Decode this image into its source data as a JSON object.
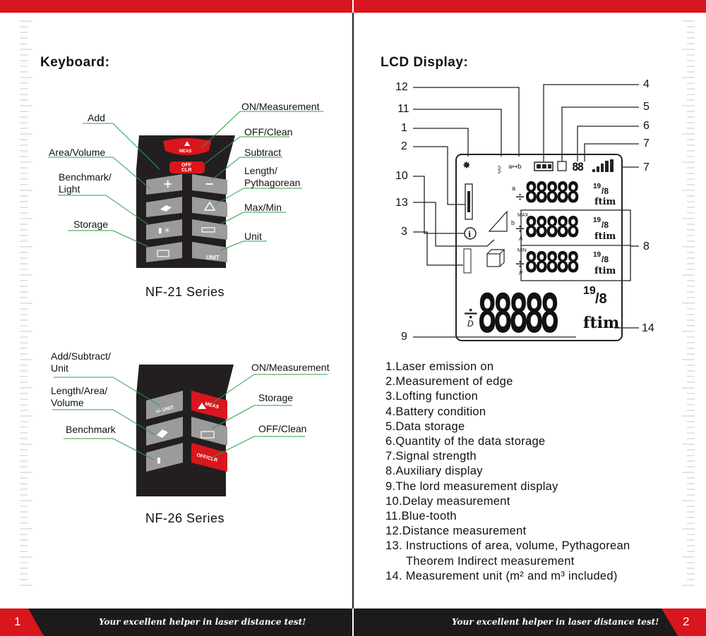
{
  "left_page": {
    "heading": "Keyboard:",
    "nf21": {
      "labels": {
        "add": "Add",
        "area_volume": "Area/Volume",
        "benchmark_light": "Benchmark/\nLight",
        "storage": "Storage",
        "on_measurement": "ON/Measurement",
        "off_clean": "OFF/Clean",
        "subtract": "Subtract",
        "length_pythagorean": "Length/\nPythagorean",
        "max_min": "Max/Min",
        "unit": "Unit"
      },
      "keys": {
        "meas": "MEAS",
        "off": "OFF",
        "clr": "CLR",
        "unit": "UNIT"
      },
      "series": "NF-21 Series"
    },
    "nf26": {
      "labels": {
        "add_subtract_unit": "Add/Subtract/\nUnit",
        "length_area_volume": "Length/Area/\nVolume",
        "benchmark": "Benchmark",
        "on_measurement": "ON/Measurement",
        "storage": "Storage",
        "off_clean": "OFF/Clean"
      },
      "keys": {
        "plus_minus_unit": "+/- UNIT",
        "meas": "MEAS",
        "off_clr": "OFF/CLR"
      },
      "series": "NF-26 Series"
    },
    "page_number": "1",
    "tagline": "Your excellent helper in laser distance test!"
  },
  "right_page": {
    "heading": "LCD Display:",
    "callout_numbers": {
      "n12": "12",
      "n11": "11",
      "n1": "1",
      "n2": "2",
      "n10": "10",
      "n13": "13",
      "n3": "3",
      "n9": "9",
      "n4": "4",
      "n5": "5",
      "n6": "6",
      "n7a": "7",
      "n7b": "7",
      "n8": "8",
      "n14": "14"
    },
    "lcd": {
      "digits_small": "88888",
      "digits_big": "88888",
      "unit_ftm": "ftim",
      "fraction": "/8",
      "frac_top": "19",
      "row_a": "a",
      "row_b": "b",
      "row_max": "MAX",
      "row_A": "A",
      "row_min": "MIN",
      "row_P": "P",
      "row_D": "D",
      "storage_count": "88"
    },
    "legend": [
      "1.Laser emission on",
      "2.Measurement of edge",
      "3.Lofting function",
      "4.Battery condition",
      "5.Data storage",
      "6.Quantity of the data storage",
      "7.Signal strength",
      "8.Auxiliary display",
      "9.The lord measurement display",
      "10.Delay measurement",
      "11.Blue-tooth",
      "12.Distance measurement",
      "13. Instructions of area, volume, Pythagorean",
      "Theorem Indirect measurement",
      "14. Measurement unit (m² and m³ included)"
    ],
    "page_number": "2",
    "tagline": "Your excellent helper in laser distance test!"
  },
  "colors": {
    "accent_red": "#d9161d",
    "key_grey": "#9b9b9b",
    "device_dark": "#231f20",
    "leader_green": "#2a9d4a"
  }
}
